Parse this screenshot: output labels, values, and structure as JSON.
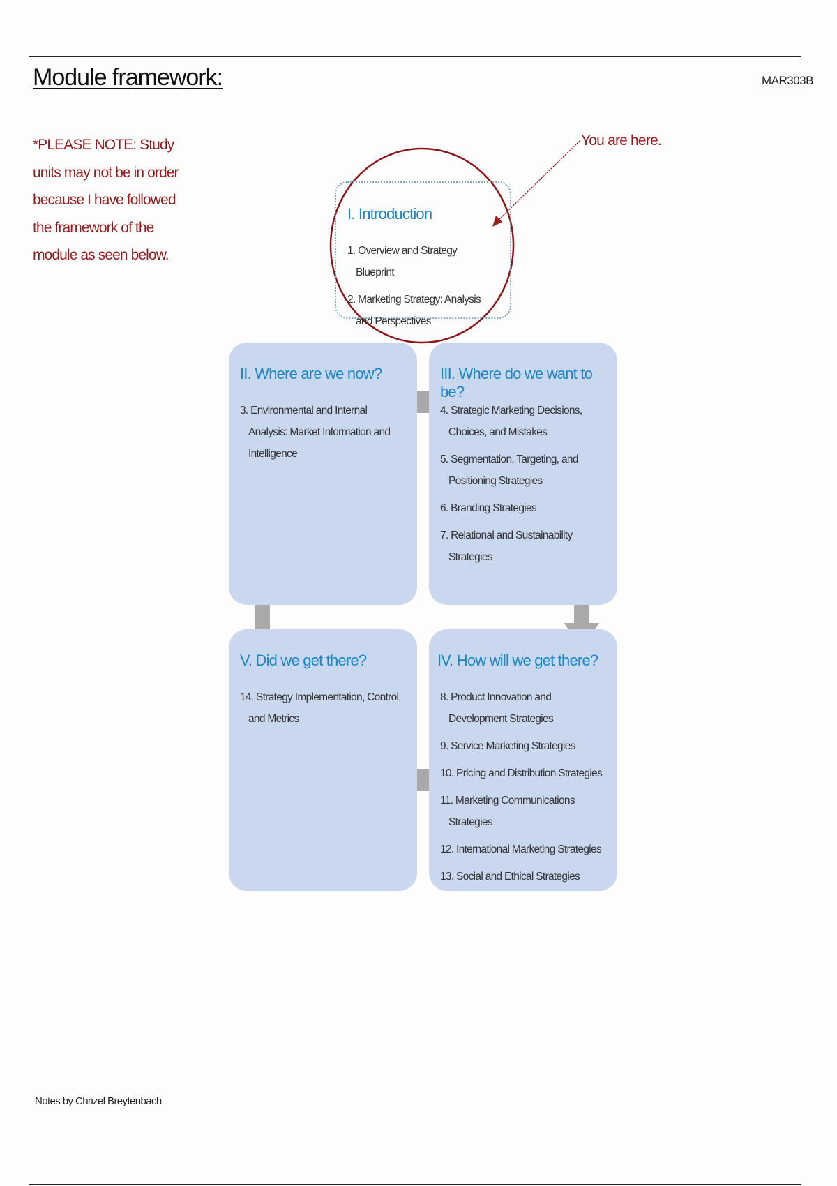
{
  "header": {
    "title": "Module framework:",
    "code": "MAR303B"
  },
  "note": "*PLEASE NOTE: Study units may not be in order because I have followed the framework of the module as seen below.",
  "annotation": {
    "label": "You are here.",
    "color": "#9a1b1e"
  },
  "framework": {
    "intro": {
      "title": "I. Introduction",
      "items": [
        "1. Overview and Strategy Blueprint",
        "2. Marketing Strategy: Analysis and Perspectives"
      ]
    },
    "now": {
      "title": "II.  Where are we now?",
      "items": [
        "3. Environmental and Internal Analysis: Market Information and Intelligence"
      ]
    },
    "want": {
      "title": "III. Where do we want to be?",
      "items": [
        "4. Strategic Marketing Decisions, Choices, and Mistakes",
        "5. Segmentation, Targeting, and Positioning Strategies",
        "6. Branding Strategies",
        "7. Relational and Sustainability Strategies"
      ]
    },
    "how": {
      "title": "IV. How will we get there?",
      "items": [
        "8. Product Innovation and Development Strategies",
        "9. Service Marketing Strategies",
        "10. Pricing and Distribution Strategies",
        "11. Marketing Communications Strategies",
        "12. International Marketing Strategies",
        "13. Social and Ethical Strategies"
      ]
    },
    "did": {
      "title": "V. Did we get there?",
      "items": [
        "14. Strategy Implementation, Control, and Metrics"
      ]
    }
  },
  "footer": "Notes by Chrizel Breytenbach",
  "colors": {
    "box": "#c9d7ef",
    "heading": "#1b86c6",
    "arrow": "#a9a9a9"
  }
}
